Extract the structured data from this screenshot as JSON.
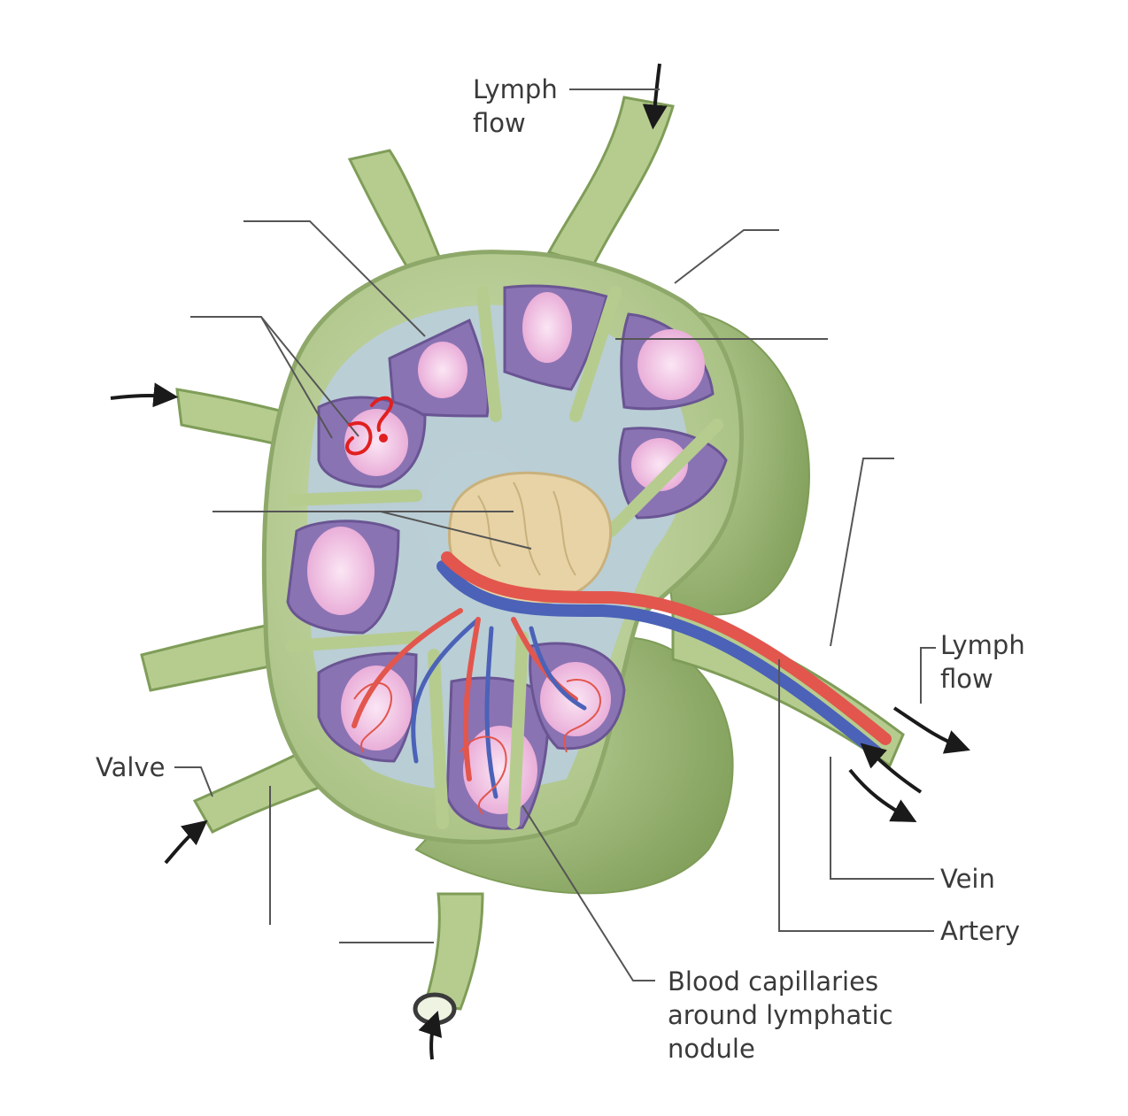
{
  "labels": {
    "lymph_flow_top": "Lymph\nflow",
    "lymph_flow_right": "Lymph\nflow",
    "valve": "Valve",
    "vein": "Vein",
    "artery": "Artery",
    "blood_capillaries": "Blood capillaries\naround lymphatic\nnodule"
  },
  "annotation": {
    "handwritten": "ʔ̇",
    "color": "#e02020"
  },
  "colors": {
    "capsule": "#c5d6a4",
    "capsule_dark": "#8ea86a",
    "sinus": "#b9cdd8",
    "cortex_purple": "#8a73b3",
    "germinal_center": "#f0c6e2",
    "medulla": "#e7d3a6",
    "artery": "#e2564d",
    "vein": "#4b62b8",
    "leader_line": "#555555"
  }
}
